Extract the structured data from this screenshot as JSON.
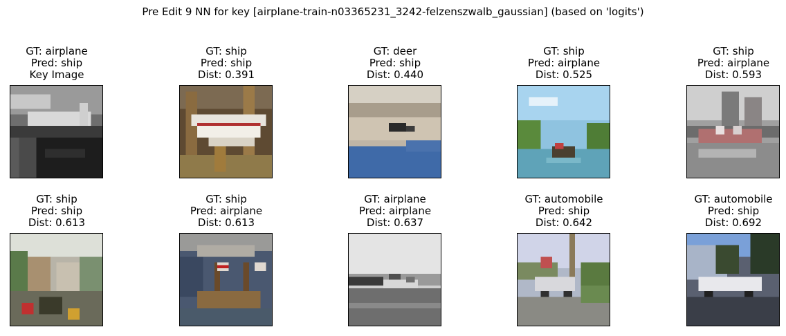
{
  "figure": {
    "suptitle": "Pre Edit 9 NN for key [airplane-train-n03365231_3242-felzenszwalb_gaussian] (based on 'logits')"
  },
  "panels": [
    {
      "gt": "GT: airplane",
      "pred": "Pred: ship",
      "extra": "Key Image",
      "image": "grayscale-pier-scene"
    },
    {
      "gt": "GT: ship",
      "pred": "Pred: ship",
      "extra": "Dist: 0.391",
      "image": "white-boat-in-workshop"
    },
    {
      "gt": "GT: deer",
      "pred": "Pred: ship",
      "extra": "Dist: 0.440",
      "image": "beach-blue-water"
    },
    {
      "gt": "GT: ship",
      "pred": "Pred: airplane",
      "extra": "Dist: 0.525",
      "image": "boat-on-river"
    },
    {
      "gt": "GT: ship",
      "pred": "Pred: airplane",
      "extra": "Dist: 0.593",
      "image": "people-in-boat-city"
    },
    {
      "gt": "GT: ship",
      "pred": "Pred: ship",
      "extra": "Dist: 0.613",
      "image": "houses-harbor"
    },
    {
      "gt": "GT: ship",
      "pred": "Pred: airplane",
      "extra": "Dist: 0.613",
      "image": "ship-under-bridge"
    },
    {
      "gt": "GT: airplane",
      "pred": "Pred: airplane",
      "extra": "Dist: 0.637",
      "image": "grayscale-jet-runway"
    },
    {
      "gt": "GT: automobile",
      "pred": "Pred: ship",
      "extra": "Dist: 0.642",
      "image": "car-street-sunny"
    },
    {
      "gt": "GT: automobile",
      "pred": "Pred: ship",
      "extra": "Dist: 0.692",
      "image": "white-limo-building"
    }
  ]
}
